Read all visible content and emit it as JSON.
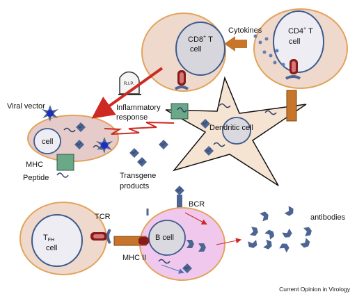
{
  "labels": {
    "cd8": "CD8",
    "cd8_sup": "+",
    "cd8_t": "T",
    "cd8_cell": "cell",
    "cd4": "CD4",
    "cd4_sup": "+",
    "cd4_t": "T",
    "cd4_cell": "cell",
    "cytokines": "Cytokines",
    "rip": "R.I.P.",
    "viral_vector": "Viral vector",
    "inflammatory_1": "Inflammatory",
    "inflammatory_2": "response",
    "dendritic": "Dendritic cell",
    "cell": "cell",
    "mhc": "MHC",
    "peptide": "Peptide",
    "transgene_1": "Transgene",
    "transgene_2": "products",
    "bcr": "BCR",
    "antibodies": "antibodies",
    "tcr": "TCR",
    "tfh_t": "T",
    "tfh_sub": "FH",
    "tfh_cell": "cell",
    "bcell": "B cell",
    "mhc2": "MHC II",
    "credit": "Current Opinion in Virology"
  },
  "colors": {
    "cell_fill": "#efd8cc",
    "cell_border": "#e3a35a",
    "nucleus_fill": "#ededf3",
    "nucleus_border": "#3c5a8c",
    "dendritic_fill": "#f6e4d2",
    "bcell_fill": "#f0c8ee",
    "green": "#6aa888",
    "protein": "#4d6593",
    "orange": "#c6752a",
    "arrow_red": "#cc2a22",
    "tcr_red": "#8a1a1a"
  }
}
